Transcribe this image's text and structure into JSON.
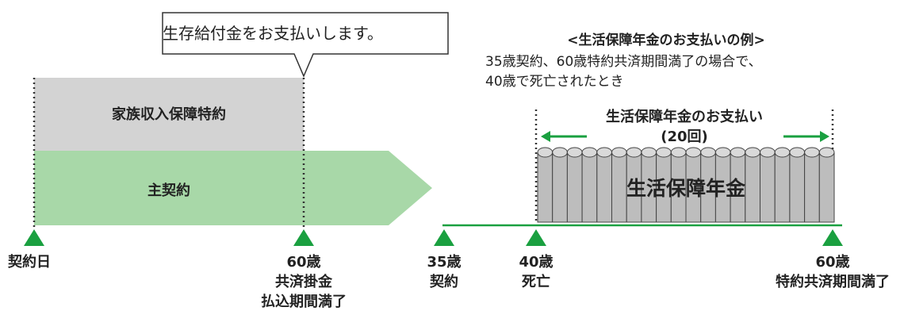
{
  "left": {
    "callout_text": "生存給付金をお支払いします。",
    "rider_label": "家族収入保障特約",
    "main_label": "主契約",
    "marker_start": "契約日",
    "marker_end_age": "60歳",
    "marker_end_line1": "共済掛金",
    "marker_end_line2": "払込期間満了"
  },
  "right": {
    "example_title": "<生活保障年金のお支払いの例>",
    "example_line1": "35歳契約、60歳特約共済期間満了の場合で、",
    "example_line2": "40歳で死亡されたとき",
    "payment_label": "生活保障年金のお支払い",
    "payment_count": "(20回)",
    "annuity_label": "生活保障年金",
    "markers": [
      {
        "age": "35歳",
        "label": "契約"
      },
      {
        "age": "40歳",
        "label": "死亡"
      },
      {
        "age": "60歳",
        "label": "特約共済期間満了"
      }
    ]
  },
  "colors": {
    "rider_fill": "#d3d3d3",
    "main_fill": "#a8d8a8",
    "accent_green": "#1aa040",
    "annuity_fill": "#bdbdbd"
  }
}
